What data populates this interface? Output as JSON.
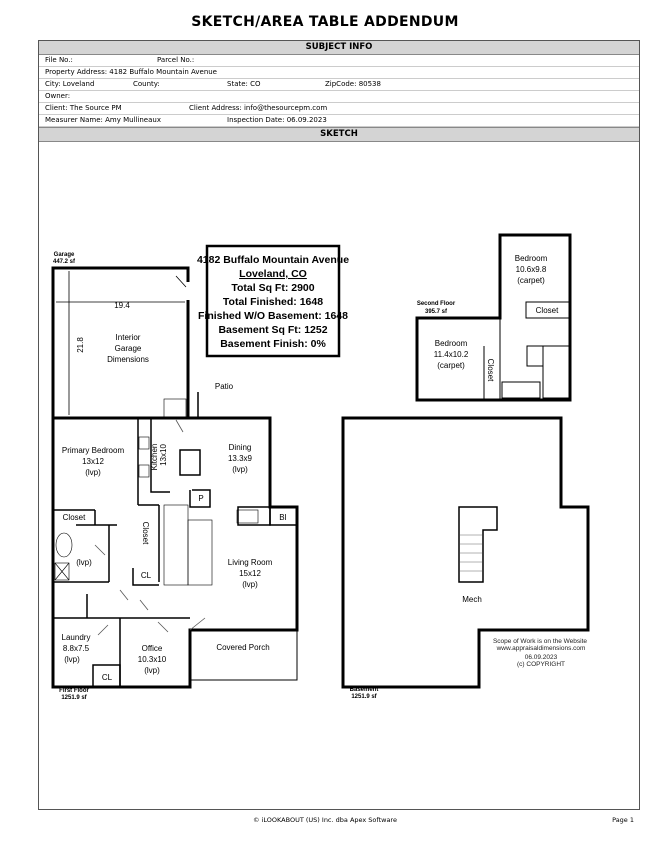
{
  "title": "SKETCH/AREA TABLE ADDENDUM",
  "subject_info": {
    "header": "SUBJECT INFO",
    "file_no": "File No.:",
    "parcel_no": "Parcel No.:",
    "property_address": "Property Address: 4182 Buffalo Mountain Avenue",
    "city": "City: Loveland",
    "county": "County:",
    "state": "State: CO",
    "zip": "ZipCode: 80538",
    "owner": "Owner:",
    "client": "Client: The Source PM",
    "client_address": "Client Address: info@thesourcepm.com",
    "measurer": "Measurer Name: Amy Mullineaux",
    "inspection_date": "Inspection Date: 06.09.2023"
  },
  "sketch": {
    "header": "SKETCH",
    "summary": {
      "address": "4182 Buffalo Mountain Avenue",
      "city": "Loveland, CO",
      "total_sqft": "Total Sq Ft:  2900",
      "total_finished": "Total Finished:  1648",
      "finished_wo_basement": "Finished W/O Basement:  1648",
      "basement_sqft": "Basement Sq Ft:  1252",
      "basement_finish": "Basement Finish:  0%"
    },
    "garage": {
      "label": "Garage",
      "area": "447.2 sf",
      "width": "19.4",
      "depth": "21.8",
      "note": [
        "Interior",
        "Garage",
        "Dimensions"
      ]
    },
    "patio": "Patio",
    "first_floor": {
      "label": "First Floor",
      "area": "1251.9 sf",
      "rooms": {
        "primary_bedroom": [
          "Primary Bedroom",
          "13x12",
          "(lvp)"
        ],
        "kitchen": [
          "Kitchen",
          "13x10"
        ],
        "dining": [
          "Dining",
          "13.3x9",
          "(lvp)"
        ],
        "pantry": "P",
        "bi": "BI",
        "closet": "Closet",
        "closet_vertical": "Closet",
        "bath": "(lvp)",
        "cl1": "CL",
        "cl2": "CL",
        "living": [
          "Living Room",
          "15x12",
          "(lvp)"
        ],
        "laundry": [
          "Laundry",
          "8.8x7.5",
          "(lvp)"
        ],
        "office": [
          "Office",
          "10.3x10",
          "(lvp)"
        ],
        "covered_porch": "Covered Porch"
      }
    },
    "second_floor": {
      "label": "Second Floor",
      "area": "395.7 sf",
      "bedroom1": [
        "Bedroom",
        "10.6x9.8",
        "(carpet)"
      ],
      "bedroom2": [
        "Bedroom",
        "11.4x10.2",
        "(carpet)"
      ],
      "closet1": "Closet",
      "closet2": "Closet"
    },
    "basement": {
      "label": "Basement",
      "area": "1251.9 sf",
      "mech": "Mech",
      "note": [
        "Scope of Work is on the Website",
        "www.appraisaldimensions.com",
        "06.09.2023",
        "(c) COPYRIGHT"
      ]
    }
  },
  "footer": {
    "copyright": "© iLOOKABOUT (US) Inc. dba Apex Software",
    "page": "Page 1"
  }
}
